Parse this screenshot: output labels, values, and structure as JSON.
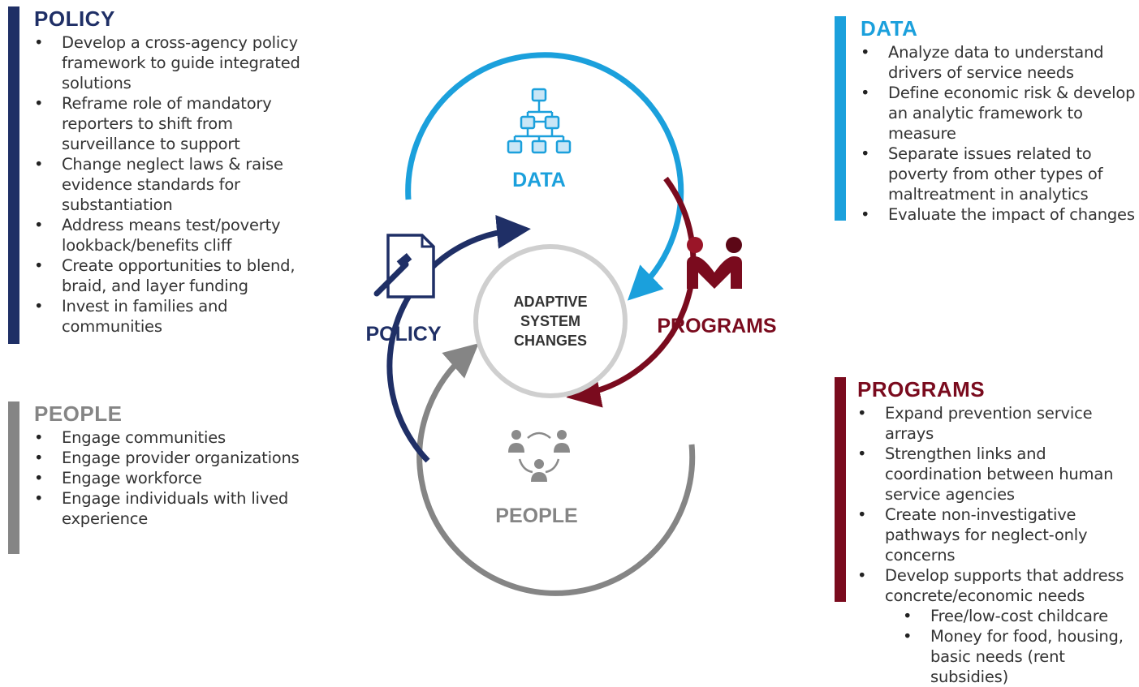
{
  "colors": {
    "policy": "#1f2f66",
    "data": "#1ba0dc",
    "programs": "#7a0b1e",
    "people": "#858585",
    "center_ring": "#cfcfcf"
  },
  "panels": {
    "policy": {
      "title": "POLICY",
      "items": [
        "Develop a cross-agency policy framework to guide integrated solutions",
        "Reframe role of mandatory reporters to shift from surveillance to support",
        "Change neglect laws & raise evidence standards for substantiation",
        "Address means test/poverty lookback/benefits cliff",
        "Create opportunities to blend, braid, and layer funding",
        "Invest in families and communities"
      ]
    },
    "people": {
      "title": "PEOPLE",
      "items": [
        "Engage communities",
        "Engage provider organizations",
        "Engage workforce",
        "Engage individuals with lived experience"
      ]
    },
    "data": {
      "title": "DATA",
      "items": [
        "Analyze data to understand drivers of service needs",
        "Define economic risk & develop an analytic framework to measure",
        "Separate issues related to poverty from other types of maltreatment in analytics",
        "Evaluate the impact of changes"
      ]
    },
    "programs": {
      "title": "PROGRAMS",
      "items": [
        "Expand prevention service arrays",
        "Strengthen links and coordination between human service agencies",
        "Create non-investigative pathways for neglect-only concerns",
        "Develop supports that address concrete/economic needs"
      ],
      "subitems": [
        "Free/low-cost childcare",
        "Money for food, housing, basic needs (rent subsidies)"
      ]
    }
  },
  "diagram": {
    "center_line1": "ADAPTIVE",
    "center_line2": "SYSTEM",
    "center_line3": "CHANGES",
    "data_label": "DATA",
    "policy_label": "POLICY",
    "programs_label": "PROGRAMS",
    "people_label": "PEOPLE",
    "icons": {
      "data": "hierarchy-chart-icon",
      "policy": "document-gavel-icon",
      "programs": "two-people-icon",
      "people": "community-network-icon"
    }
  }
}
